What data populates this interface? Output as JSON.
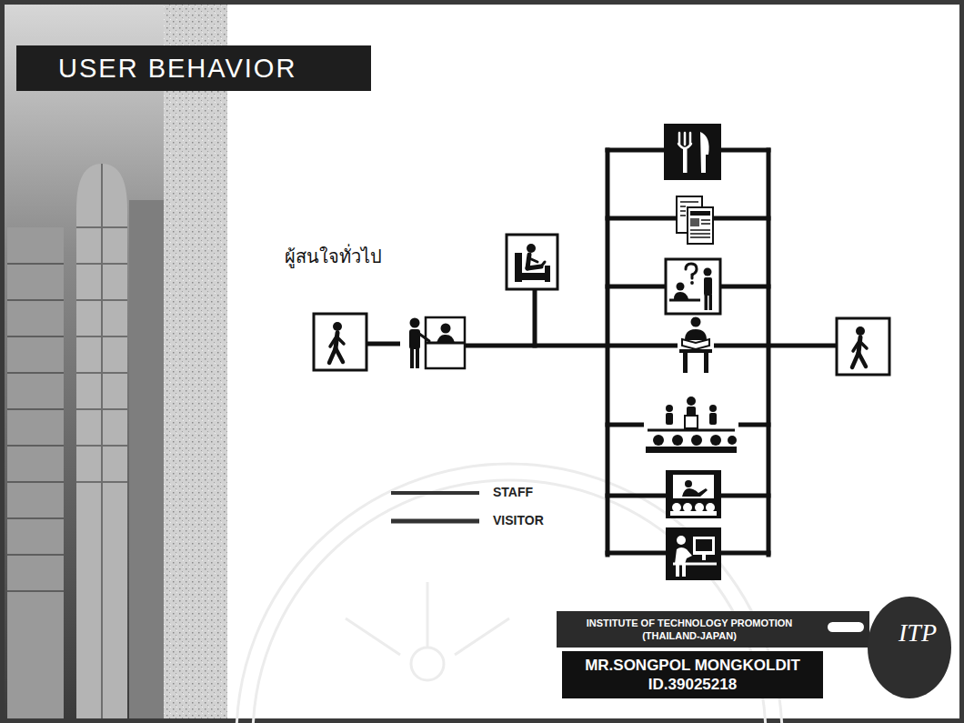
{
  "diagram": {
    "title": "USER BEHAVIOR",
    "nodes": [
      {
        "text": [
          "INSTITUTE OF TECHNOLOGY PROMOTION",
          "(THAILAND-JAPAN)"
        ]
      },
      {
        "text": [
          "MR.SONGPOL MONGKOLDIT",
          "ID.39025218"
        ]
      },
      {
        "text": [
          "ITP"
        ]
      }
    ],
    "labels": [
      "ผู้สนใจทั่วไป"
    ],
    "legend": [
      {
        "text": "STAFF"
      },
      {
        "text": "VISITOR"
      }
    ]
  }
}
